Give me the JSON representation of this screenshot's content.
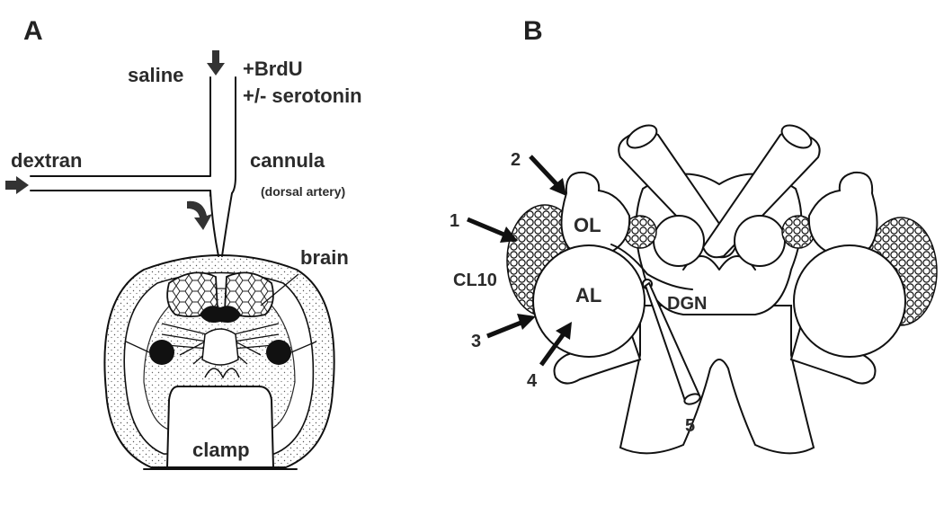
{
  "panel_a": {
    "letter": "A",
    "labels": {
      "saline": "saline",
      "brdu": "+BrdU",
      "serotonin": "+/- serotonin",
      "dextran": "dextran",
      "cannula": "cannula",
      "dorsal_artery": "(dorsal artery)",
      "brain": "brain",
      "clamp": "clamp"
    }
  },
  "panel_b": {
    "letter": "B",
    "labels": {
      "ol": "OL",
      "al": "AL",
      "cl10": "CL10",
      "dgn": "DGN"
    },
    "arrows": [
      "1",
      "2",
      "3",
      "4",
      "5"
    ]
  },
  "colors": {
    "ink": "#111111",
    "text": "#2b2b2b",
    "stipple": "#555555",
    "background": "#ffffff"
  }
}
